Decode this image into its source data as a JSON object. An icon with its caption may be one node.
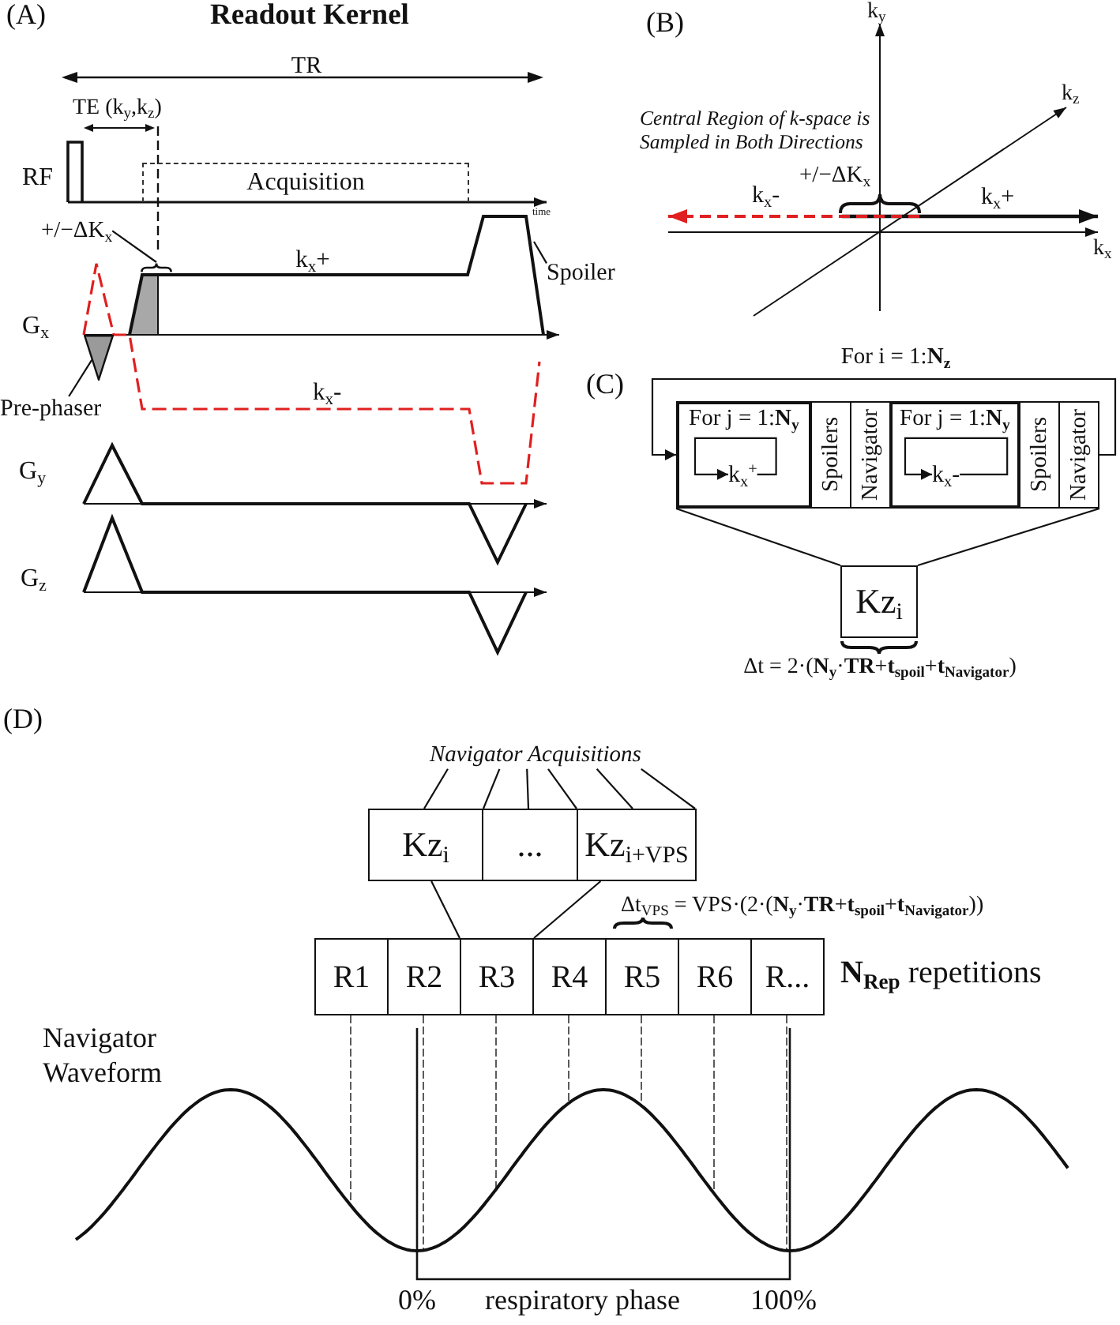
{
  "diagram": {
    "title": "Readout Kernel",
    "nodes": [
      {
        "text": [
          "Acquisition"
        ]
      },
      {
        "text": [
          "+/−ΔK$_{x}$"
        ]
      },
      {
        "text": [],
        "shape": "brace"
      },
      {
        "text": [
          "Spoiler"
        ]
      },
      {
        "text": [
          "Pre-phaser"
        ]
      },
      {
        "text": [],
        "shape": "triangle"
      },
      {
        "text": [
          "For j = 1:**N$_{y}$**"
        ]
      },
      {
        "text": [
          "k$_{x}$$^{+}$"
        ],
        "in": 6
      },
      {
        "text": [
          "Spoilers"
        ]
      },
      {
        "text": [
          "Navigator"
        ]
      },
      {
        "text": [
          "For j = 1:**N$_{y}$**"
        ]
      },
      {
        "text": [
          "k$_{x}$-"
        ],
        "in": 10
      },
      {
        "text": [
          "Spoilers"
        ]
      },
      {
        "text": [
          "Navigator"
        ]
      },
      {
        "text": [
          "Kz$_{i}$"
        ],
        "beside": [
          "Δt = 2·(**N$_{y}$**·**TR**+**t$_{spoil}$**+**t$_{Navigator}$**)"
        ]
      },
      {
        "text": [
          "Navigator Acquisitions"
        ]
      },
      {
        "text": [
          "Kz$_{i}$"
        ]
      },
      {
        "text": [
          "..."
        ]
      },
      {
        "text": [
          "Kz$_{i+VPS}$"
        ]
      },
      {
        "text": [
          "R1"
        ]
      },
      {
        "text": [
          "R2"
        ]
      },
      {
        "text": [
          "R3"
        ]
      },
      {
        "text": [
          "R4"
        ]
      },
      {
        "text": [
          "R5"
        ]
      },
      {
        "text": [
          "R6"
        ]
      },
      {
        "text": [
          "R..."
        ]
      }
    ],
    "edges": [
      {
        "from": 1,
        "to": 2,
        "arrow": "none"
      },
      {
        "from": 3,
        "to": null,
        "arrow": "none"
      },
      {
        "from": 4,
        "to": 5,
        "arrow": "none"
      },
      {
        "from": 13,
        "to": 6,
        "arrow": "to",
        "label": "For i = 1:**N$_{z}$**"
      },
      {
        "from": 7,
        "to": 7,
        "arrow": "to"
      },
      {
        "from": 11,
        "to": 11,
        "arrow": "to"
      },
      {
        "from": 6,
        "to": 14,
        "arrow": "none"
      },
      {
        "from": 13,
        "to": 14,
        "arrow": "none"
      },
      {
        "from": 15,
        "to": 16,
        "arrow": "none"
      },
      {
        "from": 15,
        "to": 16,
        "arrow": "none"
      },
      {
        "from": 15,
        "to": 17,
        "arrow": "none"
      },
      {
        "from": 15,
        "to": 17,
        "arrow": "none"
      },
      {
        "from": 15,
        "to": 18,
        "arrow": "none"
      },
      {
        "from": 15,
        "to": 18,
        "arrow": "none"
      },
      {
        "from": 16,
        "to": 21,
        "arrow": "none"
      },
      {
        "from": 18,
        "to": 21,
        "arrow": "none"
      }
    ],
    "labels": [
      "(A)",
      "(B)",
      "k$_{y}$",
      "TR",
      "k$_{z}$",
      "TE (k$_{y}$,k$_{z}$)",
      "Central Region of k-space is Sampled in Both Directions",
      "RF",
      "+/−ΔK$_{x}$",
      "k$_{x}$-",
      "k$_{x}$+",
      "time",
      "k$_{x}$+",
      "k$_{x}$",
      "G$_{x}$",
      "k$_{x}$-",
      "(C)",
      "G$_{y}$",
      "G$_{z}$",
      "(D)",
      "Δt$_{VPS}$ = VPS·(2·(**N$_{y}$**·**TR**+**t$_{spoil}$**+**t$_{Navigator}$**))",
      "**N$_{Rep}$** repetitions",
      "Navigator Waveform",
      "0%",
      "respiratory phase",
      "100%"
    ]
  }
}
